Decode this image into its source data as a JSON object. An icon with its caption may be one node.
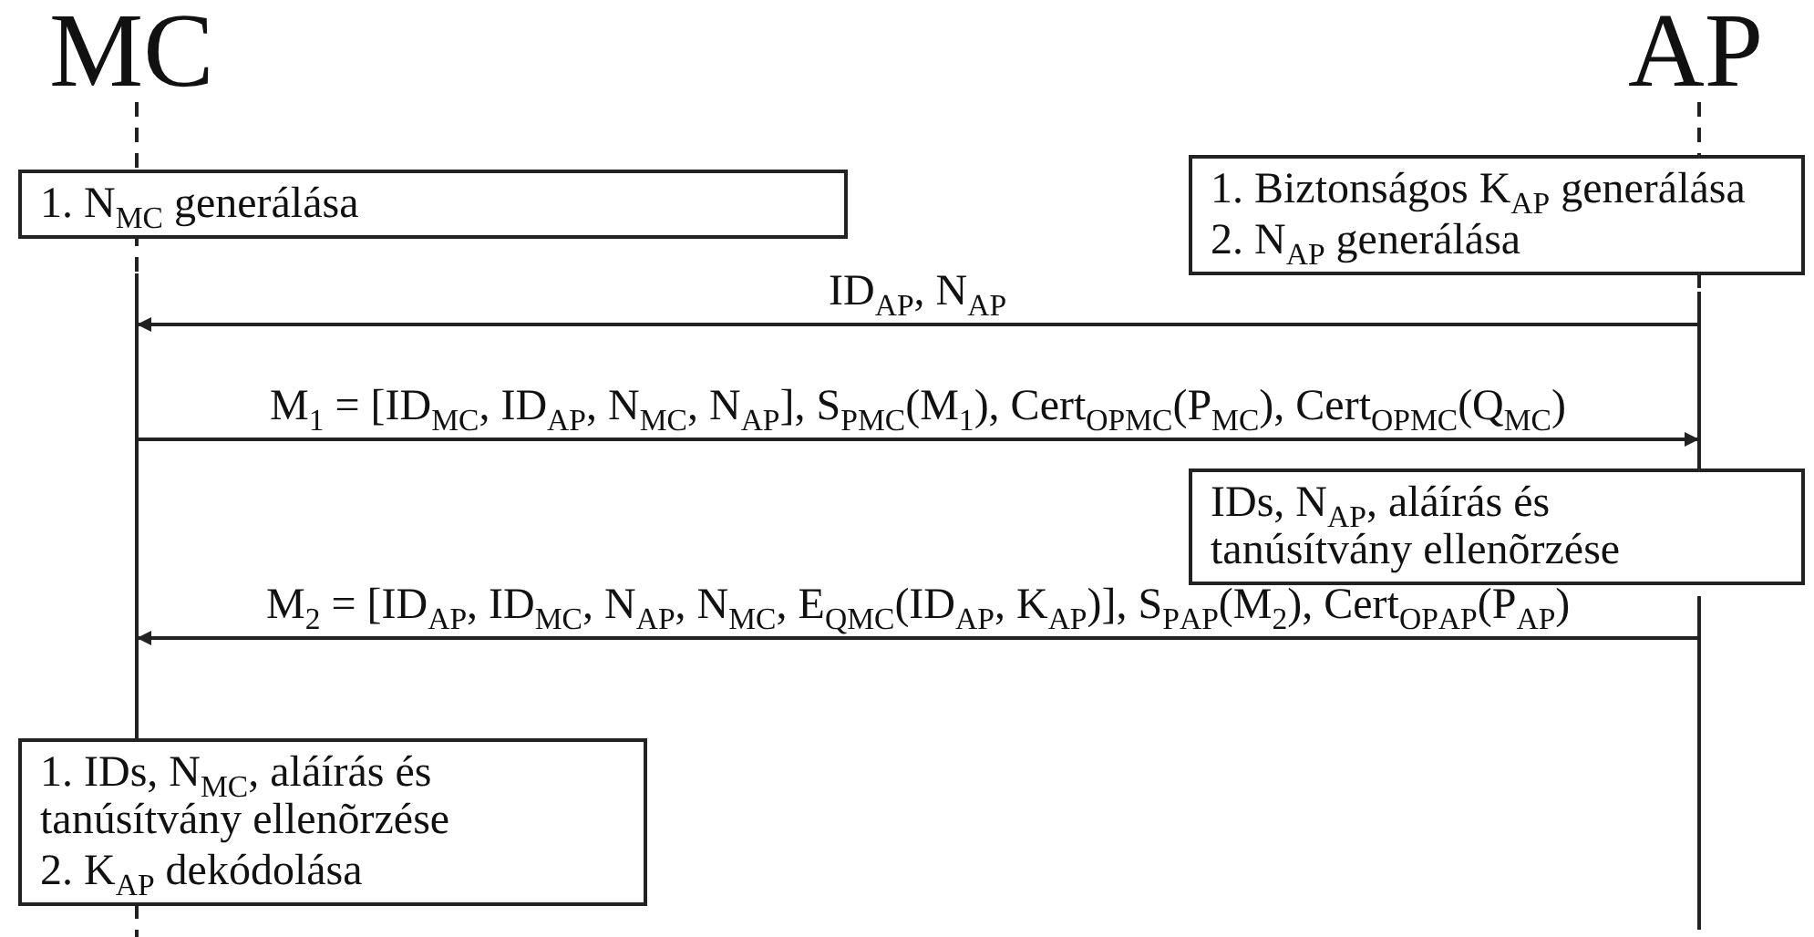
{
  "diagram": {
    "nodes": [
      {
        "text": [
          "MC"
        ]
      },
      {
        "text": [
          "AP"
        ]
      },
      {
        "text": [
          "1. N$_{MC}$ generálása"
        ]
      },
      {
        "text": [
          "1. Biztonságos K$_{AP}$ generálása",
          "2. N$_{AP}$ generálása"
        ]
      },
      {
        "text": [
          "IDs, N$_{AP}$, aláírás és tanúsítvány ellenõrzése"
        ]
      },
      {
        "text": [
          "1. IDs, N$_{MC}$, aláírás és tanúsítvány ellenõrzése",
          "2. K$_{AP}$ dekódolása"
        ]
      }
    ],
    "edges": [
      {
        "from": 1,
        "to": 0,
        "arrow": "to",
        "label": "ID$_{AP}$, N$_{AP}$"
      },
      {
        "from": 0,
        "to": 1,
        "arrow": "to",
        "label": "M$_{1}$ = [ID$_{MC}$, ID$_{AP}$, N$_{MC}$, N$_{AP}$], S$_{P}$$_{MC}$(M$_{1}$), Cert$_{OP}$$_{MC}$(P$_{MC}$), Cert$_{OP}$$_{MC}$(Q$_{MC}$)"
      },
      {
        "from": 1,
        "to": 0,
        "arrow": "to",
        "label": "M$_{2}$ = [ID$_{AP}$, ID$_{MC}$, N$_{AP}$, N$_{MC}$, E$_{Q}$$_{MC}$(ID$_{AP}$, K$_{AP}$)], S$_{P}$$_{AP}$(M$_{2}$), Cert$_{OP}$$_{AP}$(P$_{AP}$)"
      }
    ]
  }
}
